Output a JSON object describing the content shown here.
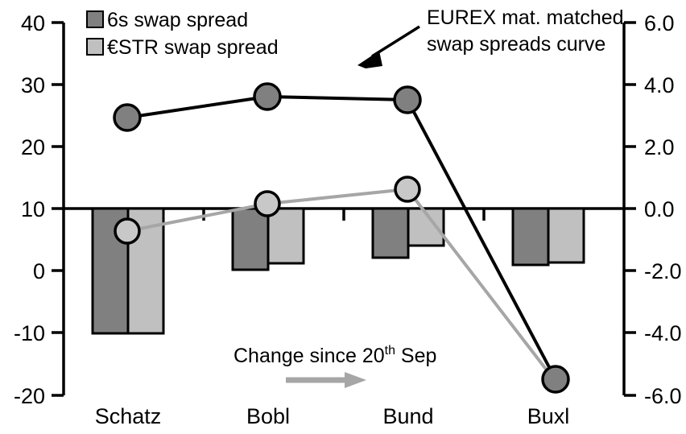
{
  "chart_data": {
    "type": "bar",
    "title": "",
    "xlabel": "",
    "ylabel": "",
    "categories": [
      "Schatz",
      "Bobl",
      "Bund",
      "Buxl"
    ],
    "left_axis": {
      "ticks": [
        "40",
        "30",
        "20",
        "10",
        "0",
        "-10",
        "-20"
      ],
      "values": [
        40,
        30,
        20,
        10,
        0,
        -10,
        -20
      ],
      "ylim": [
        -20,
        40
      ]
    },
    "right_axis": {
      "ticks": [
        "6.0",
        "4.0",
        "2.0",
        "0.0",
        "-2.0",
        "-4.0",
        "-6.0"
      ],
      "values": [
        6.0,
        4.0,
        2.0,
        0.0,
        -2.0,
        -4.0,
        -6.0
      ],
      "ylim": [
        -6.0,
        6.0
      ]
    },
    "grid": false,
    "legend_position": "top-left",
    "series": [
      {
        "name": "6s swap spread",
        "type": "bar",
        "axis": "right",
        "color": "#808080",
        "values": [
          -4.0,
          -1.95,
          -1.55,
          -1.8
        ]
      },
      {
        "name": "€STR swap spread",
        "type": "bar",
        "axis": "right",
        "color": "#c0c0c0",
        "values": [
          -4.0,
          -1.75,
          -1.15,
          -1.7
        ]
      },
      {
        "name": "EUREX mat. matched swap spreads curve",
        "type": "line",
        "axis": "left",
        "color": "#000000",
        "values": [
          24.5,
          27.9,
          27.4,
          -17.6
        ]
      },
      {
        "name": "Change since 20th Sep",
        "type": "line",
        "axis": "left",
        "color": "#a6a6a6",
        "values": [
          6.0,
          10.6,
          12.8,
          -17.9
        ]
      }
    ],
    "annotations": [
      {
        "id": "eurex-annotation",
        "line1": "EUREX mat. matched",
        "line2": "swap spreads curve",
        "arrow": "down-left"
      },
      {
        "id": "change-annotation",
        "text_before": "Change since 20",
        "superscript": "th",
        "text_after": " Sep",
        "arrow": "right"
      }
    ]
  },
  "legend": {
    "items": [
      {
        "label": "6s swap spread",
        "color": "#808080"
      },
      {
        "label": "€STR swap spread",
        "color": "#c0c0c0"
      }
    ]
  },
  "axis_left": {
    "t0": "40",
    "t1": "30",
    "t2": "20",
    "t3": "10",
    "t4": "0",
    "t5": "-10",
    "t6": "-20"
  },
  "axis_right": {
    "t0": "6.0",
    "t1": "4.0",
    "t2": "2.0",
    "t3": "0.0",
    "t4": "-2.0",
    "t5": "-4.0",
    "t6": "-6.0"
  },
  "categories": {
    "c0": "Schatz",
    "c1": "Bobl",
    "c2": "Bund",
    "c3": "Buxl"
  },
  "annotations": {
    "eurex_line1": "EUREX mat. matched",
    "eurex_line2": "swap spreads curve",
    "change_before": "Change since 20",
    "change_sup": "th",
    "change_after": " Sep"
  }
}
